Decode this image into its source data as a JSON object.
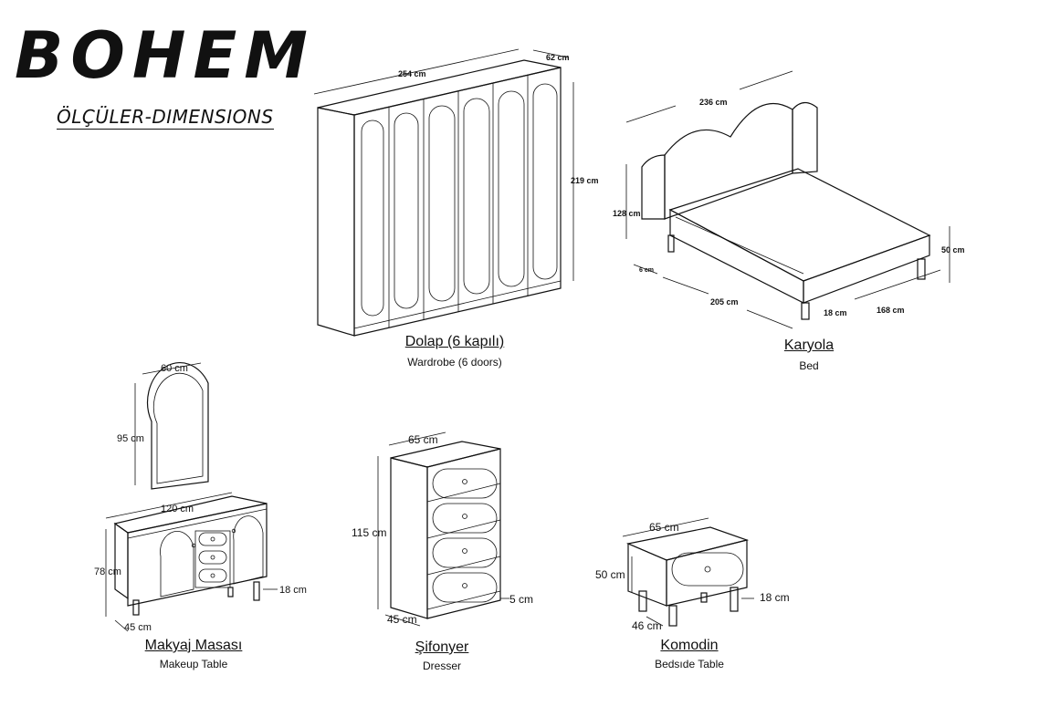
{
  "brand": "BOHEM",
  "subtitle": "ÖLÇÜLER-DIMENSIONS",
  "wardrobe": {
    "title": "Dolap (6 kapılı)",
    "subtitle": "Wardrobe (6 doors)",
    "width": "254 cm",
    "depth": "62 cm",
    "height": "219 cm"
  },
  "bed": {
    "title": "Karyola",
    "subtitle": "Bed",
    "width": "236 cm",
    "headboard": "128 cm",
    "height": "50 cm",
    "frame": "6 cm",
    "length": "205 cm",
    "leg": "18 cm",
    "inner": "168 cm"
  },
  "makeup_table": {
    "title": "Makyaj Masası",
    "subtitle": "Makeup Table",
    "mirror_width": "60 cm",
    "mirror_height": "95 cm",
    "width": "120 cm",
    "height": "78 cm",
    "leg": "18 cm",
    "depth": "45 cm"
  },
  "dresser": {
    "title": "Şifonyer",
    "subtitle": "Dresser",
    "width": "65 cm",
    "height": "115 cm",
    "plinth": "5 cm",
    "depth": "45 cm"
  },
  "bedside": {
    "title": "Komodin",
    "subtitle": "Bedsıde Table",
    "width": "65 cm",
    "height": "50 cm",
    "leg": "18 cm",
    "depth": "46 cm"
  }
}
